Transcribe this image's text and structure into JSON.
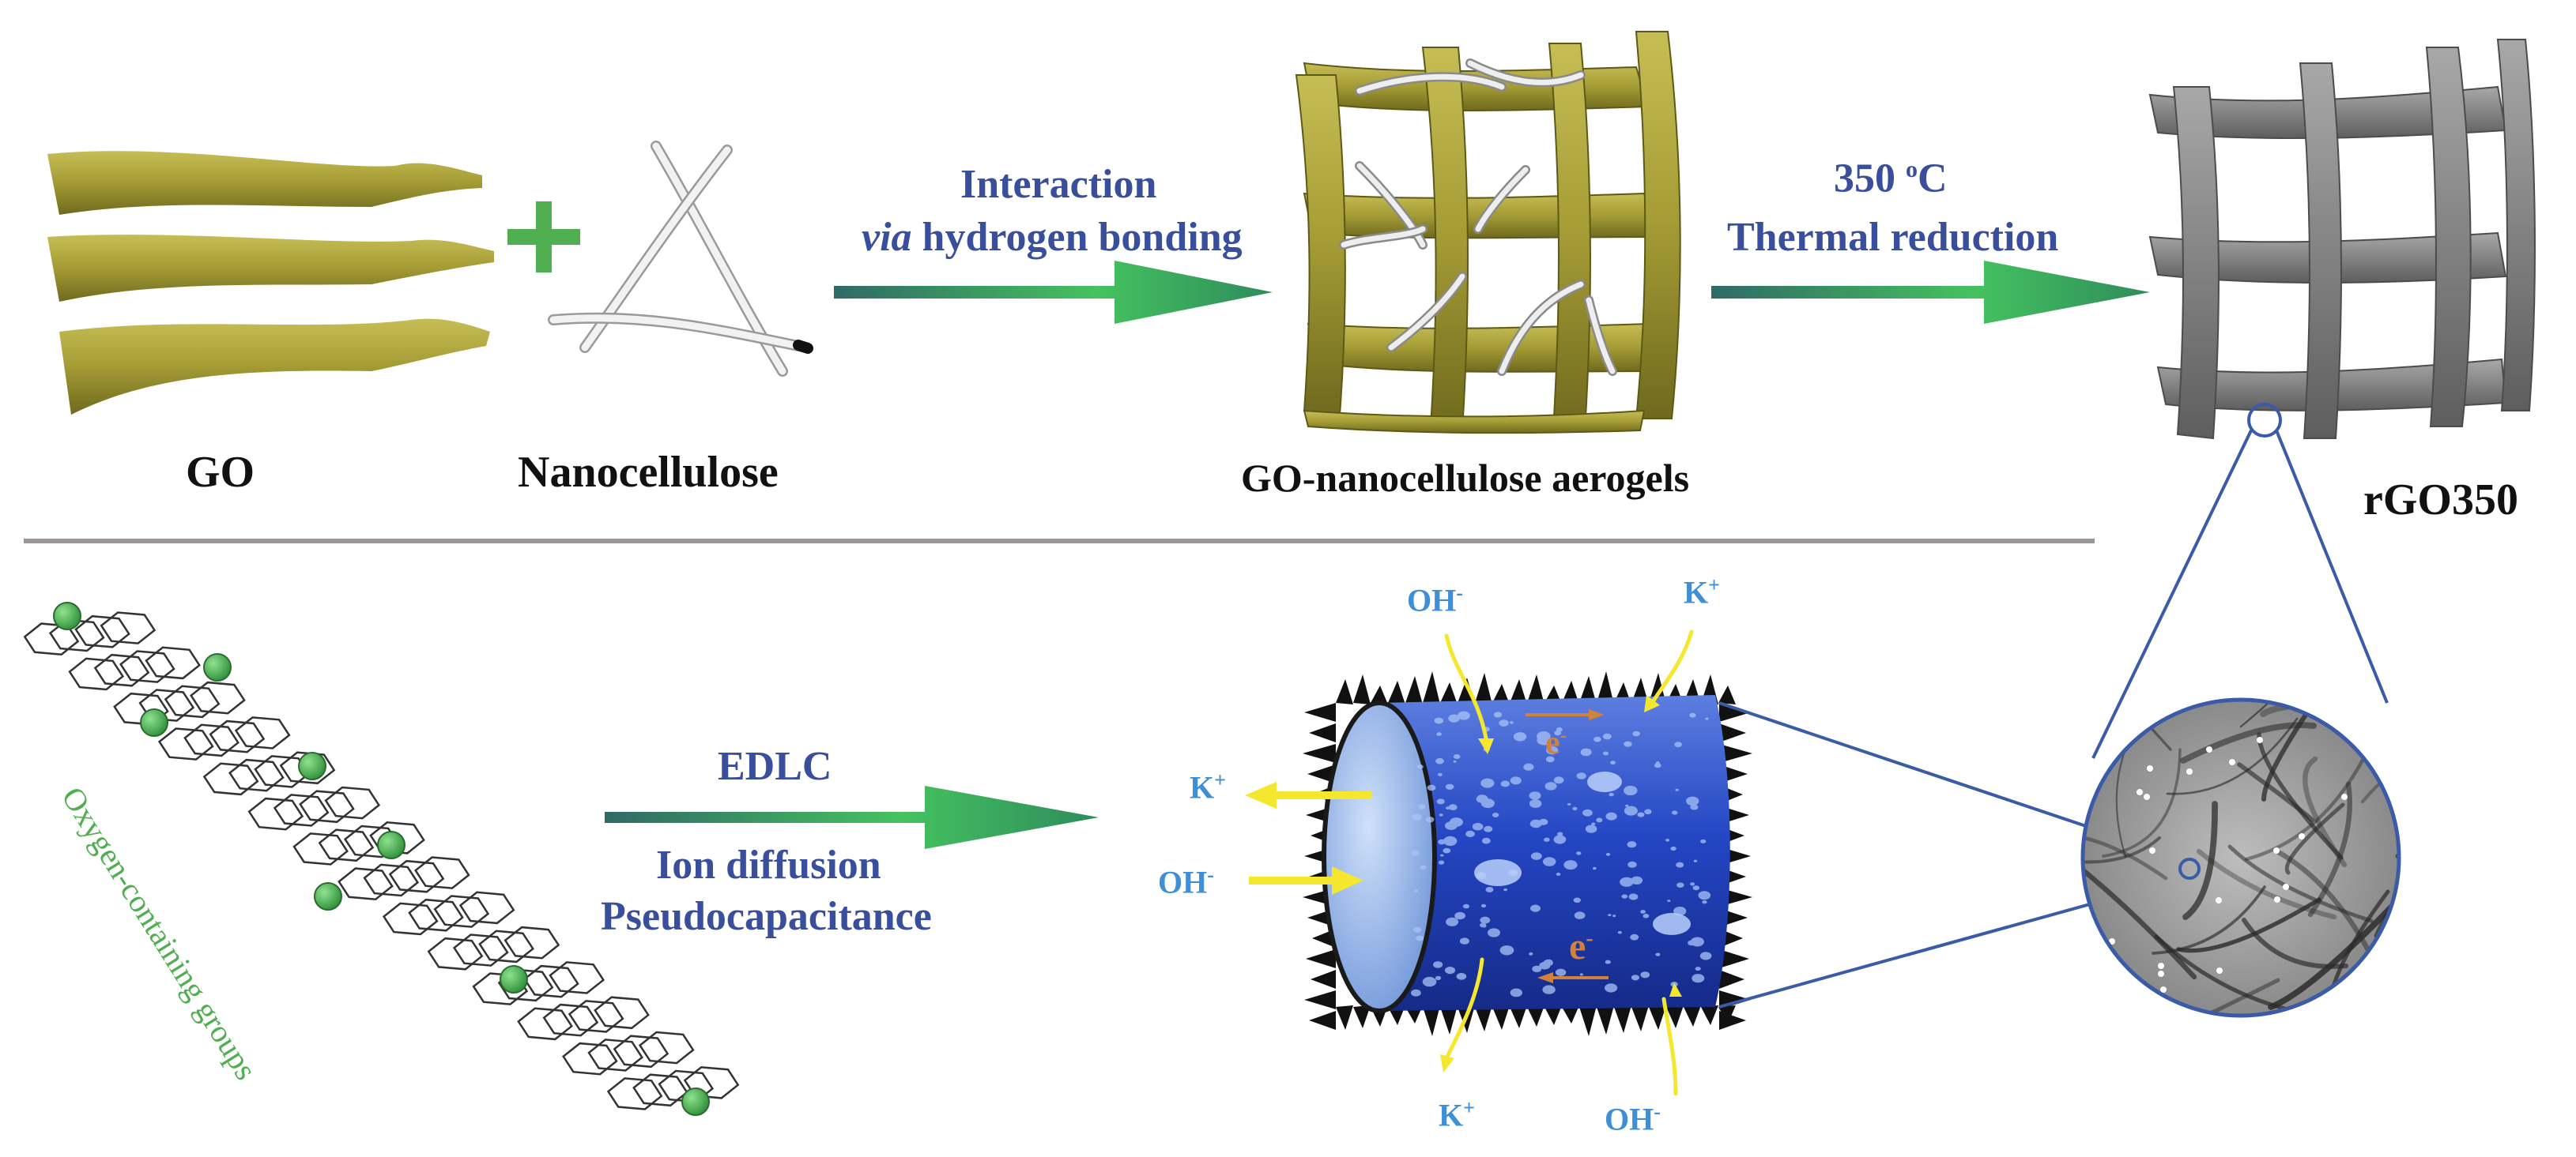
{
  "top_row": {
    "go_label": "GO",
    "nanocellulose_label": "Nanocellulose",
    "plus_sign": "+",
    "aerogel_label": "GO-nanocellulose aerogels",
    "rgo_label": "rGO350",
    "arrow1": {
      "line1": "Interaction",
      "line2_italic": "via",
      "line2_rest": " hydrogen bonding"
    },
    "arrow2": {
      "line1_num": "350 ",
      "line1_sup": "o",
      "line1_unit": "C",
      "line2": "Thermal reduction"
    }
  },
  "bottom_row": {
    "oxygen_label": "Oxygen-containing groups",
    "arrow3": {
      "line1": "EDLC",
      "line2": "Ion diffusion",
      "line3": "Pseudocapacitance"
    },
    "ions": {
      "oh_top": "OH",
      "k_top": "K",
      "k_left": "K",
      "oh_left": "OH",
      "k_bottom": "K",
      "oh_bottom": "OH",
      "minus": "-",
      "plus": "+",
      "electron": "e",
      "electron_sup": "-"
    }
  },
  "colors": {
    "go_sheet": "#a29a33",
    "rgo_sheet": "#8a8a8a",
    "arrow_start": "#2f6a66",
    "arrow_end": "#3fbf5f",
    "label_blue": "#3a4f9c",
    "ion_blue": "#3f8fd6",
    "oxygen_green": "#4fae4f",
    "cylinder_blue": "#2447b8"
  }
}
